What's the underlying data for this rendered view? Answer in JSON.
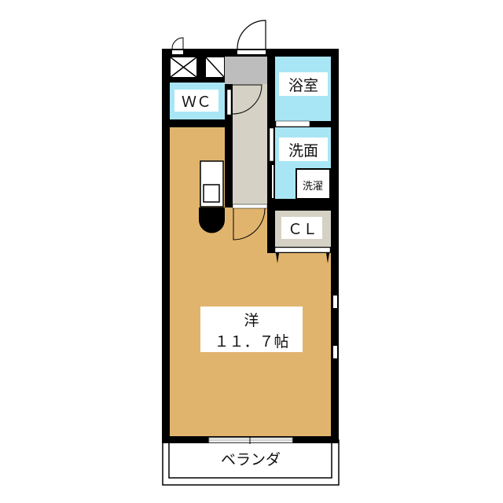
{
  "rooms": {
    "wc": "ＷＣ",
    "bath": "浴室",
    "washroom": "洗面",
    "washer": "洗濯",
    "closet": "ＣＬ",
    "western_room": "洋",
    "western_room_size": "１１．７帖",
    "balcony": "ベランダ"
  },
  "colors": {
    "wall": "#000000",
    "wet_area": "#a8e6f5",
    "room_floor": "#e1b46e",
    "hallway": "#d5d2c5",
    "entrance": "#bdbdbd",
    "closet": "#d5d2c5"
  }
}
